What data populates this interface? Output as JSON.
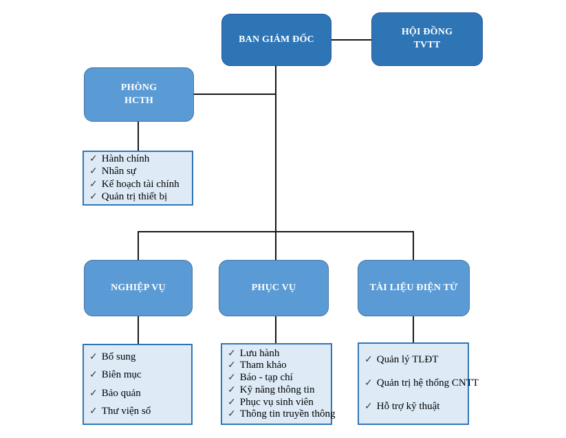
{
  "colors": {
    "bg": "#ffffff",
    "box_dark": "#2e75b6",
    "box_dark_border": "#24579b",
    "box_mid": "#5b9bd5",
    "box_mid_border": "#41719c",
    "list_fill": "#deebf7",
    "list_border": "#2e75b6",
    "line": "#151515",
    "check": "#3f3f3f"
  },
  "icons": {
    "check": "✓"
  },
  "nodes": {
    "ban_giam_doc": {
      "label": "BAN GIÁM ĐỐC"
    },
    "hoi_dong_tvtt": {
      "line1": "HỘI ĐỒNG",
      "line2": "TVTT"
    },
    "phong_hcth": {
      "line1": "PHÒNG",
      "line2": "HCTH"
    },
    "nghiep_vu": {
      "label": "NGHIỆP VỤ"
    },
    "phuc_vu": {
      "label": "PHỤC VỤ"
    },
    "tai_lieu_dien_tu": {
      "label": "TÀI LIỆU ĐIỆN TỬ"
    }
  },
  "lists": {
    "hcth": {
      "items": [
        "Hành chính",
        "Nhân sự",
        "Kế hoạch tài chính",
        "Quản trị thiết bị"
      ]
    },
    "nghiep_vu": {
      "items": [
        "Bổ sung",
        "Biên mục",
        "Bảo quản",
        "Thư viện số"
      ]
    },
    "phuc_vu": {
      "items": [
        "Lưu hành",
        "Tham khảo",
        "Báo - tạp chí",
        "Kỹ năng thông tin",
        "Phục vụ sinh viên",
        "Thông tin truyền thông"
      ]
    },
    "tai_lieu": {
      "items": [
        "Quản lý TLĐT",
        "Quản trị hệ thống CNTT",
        "Hỗ trợ kỹ thuật"
      ]
    }
  }
}
